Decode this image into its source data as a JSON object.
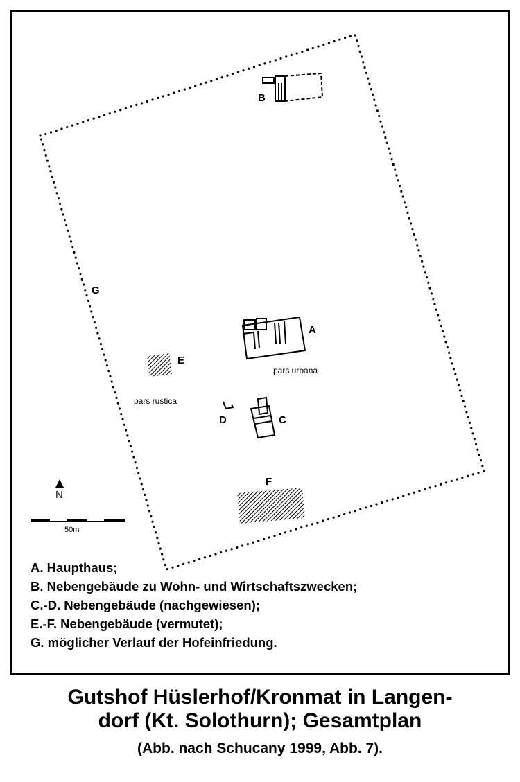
{
  "labels": {
    "A": "A",
    "B": "B",
    "C": "C",
    "D": "D",
    "E": "E",
    "F": "F",
    "G": "G"
  },
  "zones": {
    "urbana": "pars urbana",
    "rustica": "pars rustica"
  },
  "north": "N",
  "scale": "50m",
  "legend": [
    "A. Haupthaus;",
    "B. Nebengebäude zu Wohn- und Wirtschaftszwecken;",
    "C.-D. Nebengebäude (nachgewiesen);",
    "E.-F. Nebengebäude (vermutet);",
    "G. möglicher Verlauf der Hofeinfriedung."
  ],
  "caption": {
    "line1": "Gutshof Hüslerhof/Kronmat in Langen-",
    "line2": "dorf (Kt. Solothurn); Gesamtplan",
    "line3": "(Abb. nach Schucany 1999, Abb. 7)."
  }
}
